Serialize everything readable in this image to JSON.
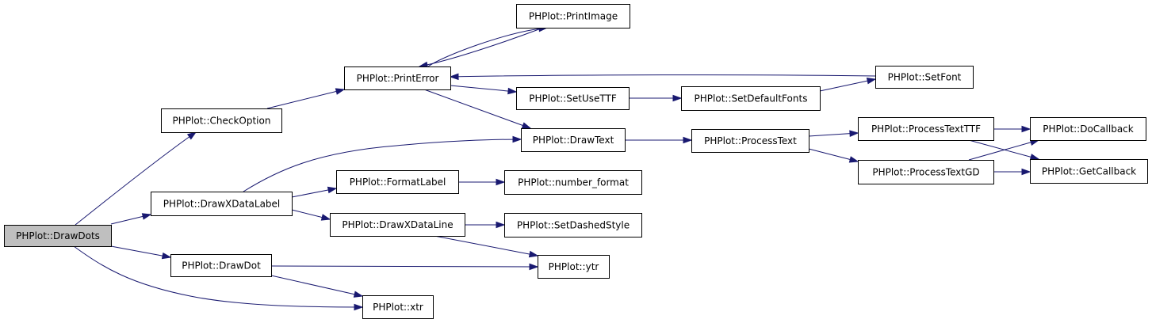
{
  "diagram": {
    "type": "call-graph",
    "colors": {
      "edge": "#191970",
      "node_fill": "#ffffff",
      "root_fill": "#bfbfbf",
      "node_stroke": "#000000"
    },
    "root": "drawdots",
    "nodes": [
      {
        "id": "drawdots",
        "label": "PHPlot::DrawDots"
      },
      {
        "id": "checkoption",
        "label": "PHPlot::CheckOption"
      },
      {
        "id": "drawxdatalabel",
        "label": "PHPlot::DrawXDataLabel"
      },
      {
        "id": "drawdot",
        "label": "PHPlot::DrawDot"
      },
      {
        "id": "xtr",
        "label": "PHPlot::xtr"
      },
      {
        "id": "printerror",
        "label": "PHPlot::PrintError"
      },
      {
        "id": "printimage",
        "label": "PHPlot::PrintImage"
      },
      {
        "id": "setusettf",
        "label": "PHPlot::SetUseTTF"
      },
      {
        "id": "drawtext",
        "label": "PHPlot::DrawText"
      },
      {
        "id": "formatlabel",
        "label": "PHPlot::FormatLabel"
      },
      {
        "id": "drawxdataline",
        "label": "PHPlot::DrawXDataLine"
      },
      {
        "id": "ytr",
        "label": "PHPlot::ytr"
      },
      {
        "id": "number_format",
        "label": "PHPlot::number_format"
      },
      {
        "id": "setdashedstyle",
        "label": "PHPlot::SetDashedStyle"
      },
      {
        "id": "setdefaultfonts",
        "label": "PHPlot::SetDefaultFonts"
      },
      {
        "id": "processtext",
        "label": "PHPlot::ProcessText"
      },
      {
        "id": "setfont",
        "label": "PHPlot::SetFont"
      },
      {
        "id": "processtextttf",
        "label": "PHPlot::ProcessTextTTF"
      },
      {
        "id": "processtextgd",
        "label": "PHPlot::ProcessTextGD"
      },
      {
        "id": "docallback",
        "label": "PHPlot::DoCallback"
      },
      {
        "id": "getcallback",
        "label": "PHPlot::GetCallback"
      }
    ],
    "edges": [
      {
        "from": "drawdots",
        "to": "checkoption"
      },
      {
        "from": "drawdots",
        "to": "drawxdatalabel"
      },
      {
        "from": "drawdots",
        "to": "drawdot"
      },
      {
        "from": "drawdots",
        "to": "xtr"
      },
      {
        "from": "checkoption",
        "to": "printerror"
      },
      {
        "from": "printerror",
        "to": "printimage"
      },
      {
        "from": "printimage",
        "to": "printerror"
      },
      {
        "from": "printerror",
        "to": "setusettf"
      },
      {
        "from": "printerror",
        "to": "drawtext"
      },
      {
        "from": "setusettf",
        "to": "setdefaultfonts"
      },
      {
        "from": "setdefaultfonts",
        "to": "setfont"
      },
      {
        "from": "setfont",
        "to": "printerror"
      },
      {
        "from": "drawxdatalabel",
        "to": "drawtext"
      },
      {
        "from": "drawxdatalabel",
        "to": "formatlabel"
      },
      {
        "from": "drawxdatalabel",
        "to": "drawxdataline"
      },
      {
        "from": "formatlabel",
        "to": "number_format"
      },
      {
        "from": "drawxdataline",
        "to": "setdashedstyle"
      },
      {
        "from": "drawxdataline",
        "to": "ytr"
      },
      {
        "from": "drawdot",
        "to": "ytr"
      },
      {
        "from": "drawdot",
        "to": "xtr"
      },
      {
        "from": "drawtext",
        "to": "processtext"
      },
      {
        "from": "processtext",
        "to": "processtextttf"
      },
      {
        "from": "processtext",
        "to": "processtextgd"
      },
      {
        "from": "processtextttf",
        "to": "docallback"
      },
      {
        "from": "processtextttf",
        "to": "getcallback"
      },
      {
        "from": "processtextgd",
        "to": "docallback"
      },
      {
        "from": "processtextgd",
        "to": "getcallback"
      }
    ]
  }
}
